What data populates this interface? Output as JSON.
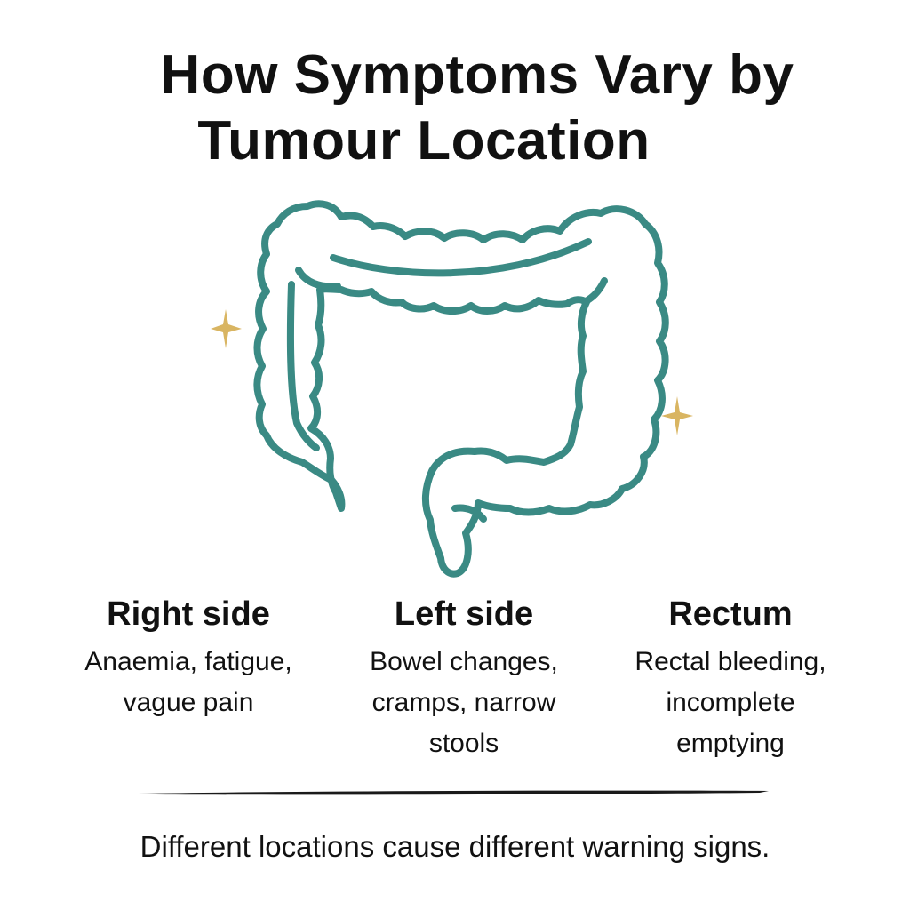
{
  "title": {
    "line1": "How Symptoms Vary by",
    "line2": "Tumour Location"
  },
  "illustration": {
    "subject": "colon-outline",
    "stroke_color": "#3a8a84",
    "sparkle_color": "#d9b562"
  },
  "sections": [
    {
      "heading": "Right side",
      "symptoms": [
        "Anaemia, fatigue,",
        "vague pain"
      ]
    },
    {
      "heading": "Left side",
      "symptoms": [
        "Bowel changes,",
        "cramps, narrow",
        "stools"
      ]
    },
    {
      "heading": "Rectum",
      "symptoms": [
        "Rectal bleeding,",
        "incomplete",
        "emptying"
      ]
    }
  ],
  "footer": "Different locations cause different warning signs."
}
